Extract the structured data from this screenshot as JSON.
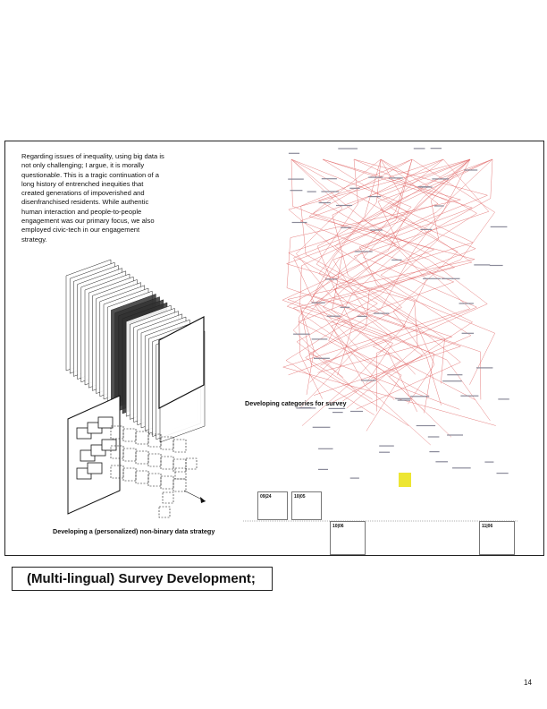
{
  "intro_text": "Regarding issues of inequality, using big data is not only challenging; I argue, it is morally questionable. This is a tragic continuation of a long history of entrenched inequities that created generations of impoverished and disenfranchised residents. While authentic human interaction and people-to-people engagement was our primary focus, we also employed civic-tech in our engagement strategy.",
  "caption_left": "Developing a (personalized) non-binary data strategy",
  "caption_middle": "Developing categories for survey",
  "timeline_cards": [
    {
      "date": "09|24"
    },
    {
      "date": "10|05"
    },
    {
      "date": "10|06"
    },
    {
      "date": "11|06"
    }
  ],
  "section_title": "(Multi-lingual) Survey Development;",
  "page_number": "14",
  "colors": {
    "network_lines": "#e06060",
    "highlight": "#e8e000",
    "border": "#222222"
  }
}
